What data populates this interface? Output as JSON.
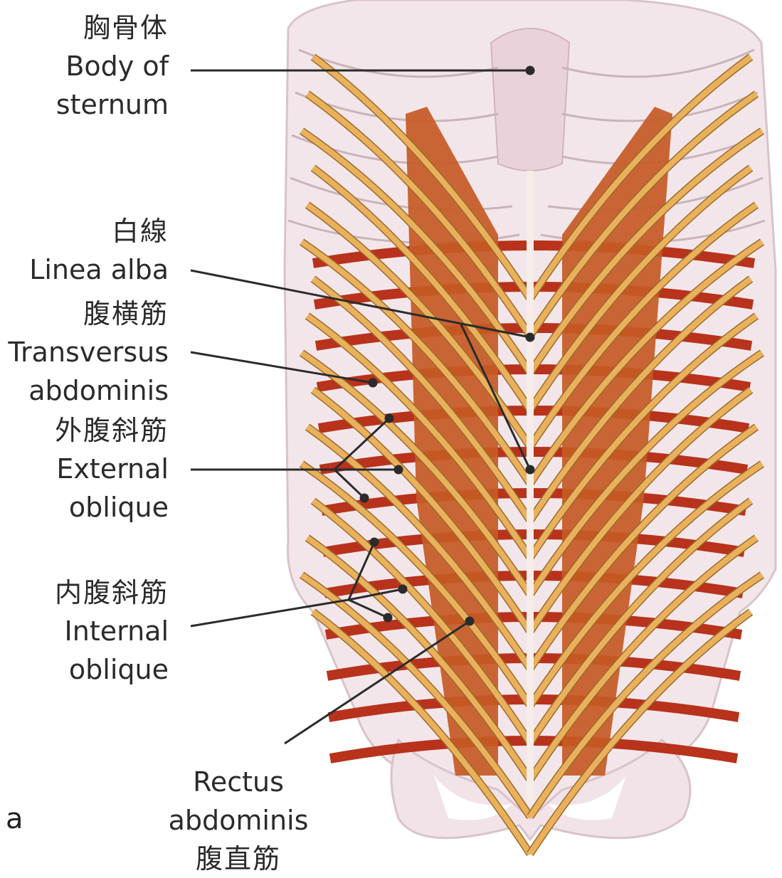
{
  "panel_letter": "a",
  "labels": {
    "body_of_sternum": {
      "ja": "胸骨体",
      "en1": "Body of",
      "en2": "sternum"
    },
    "linea_alba": {
      "ja": "白線",
      "en1": "Linea alba"
    },
    "transversus_abdominis": {
      "ja": "腹横筋",
      "en1": "Transversus",
      "en2": "abdominis"
    },
    "external_oblique": {
      "ja": "外腹斜筋",
      "en1": "External",
      "en2": "oblique"
    },
    "internal_oblique": {
      "ja": "内腹斜筋",
      "en1": "Internal",
      "en2": "oblique"
    },
    "rectus_abdominis": {
      "en1": "Rectus",
      "en2": "abdominis",
      "ja": "腹直筋"
    }
  },
  "colors": {
    "bone": "#f3e6ea",
    "bone_edge": "#d9c3ca",
    "external_oblique": "#e9b15c",
    "external_oblique_edge": "#9b6a2a",
    "internal_oblique": "#b8321c",
    "rectus": "#c65a24",
    "leader": "#2b2b2b"
  }
}
